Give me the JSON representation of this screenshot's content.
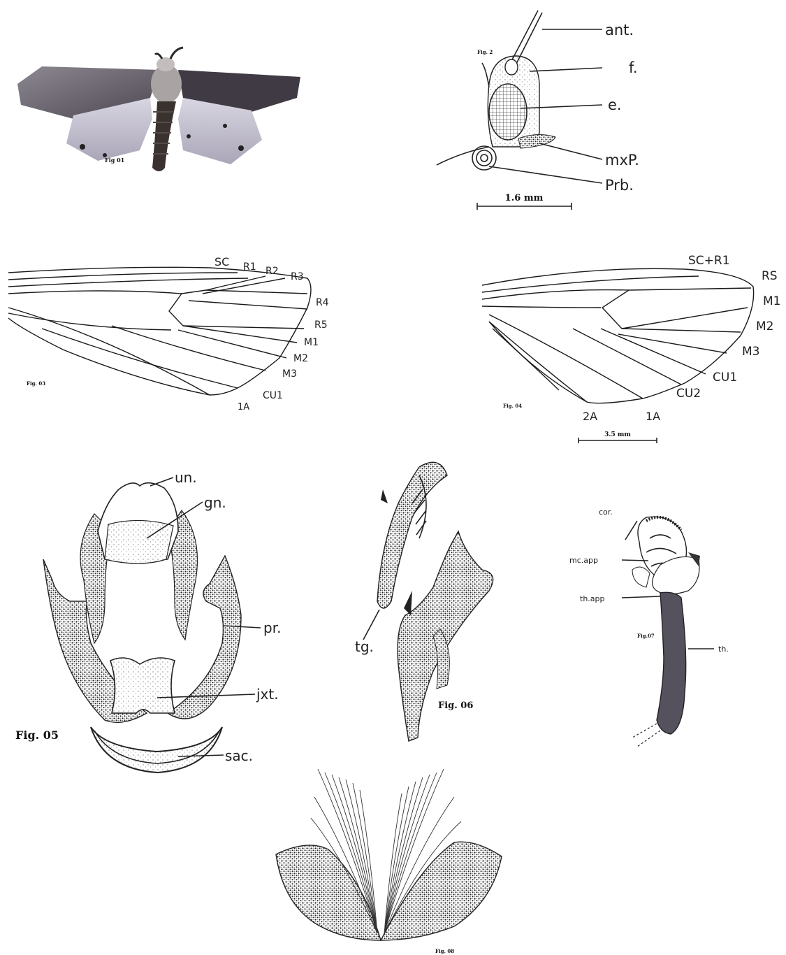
{
  "figures": {
    "fig01": {
      "caption": "Fig 01"
    },
    "fig02": {
      "caption": "Fig. 2",
      "labels": [
        "ant.",
        "f.",
        "e.",
        "mxP.",
        "Prb."
      ],
      "scale": "1.6 mm"
    },
    "fig03": {
      "caption": "Fig. 03",
      "labels": [
        "SC",
        "R1",
        "R2",
        "R3",
        "R4",
        "R5",
        "M1",
        "M2",
        "M3",
        "CU1",
        "1A"
      ]
    },
    "fig04": {
      "caption": "Fig. 04",
      "labels": [
        "SC+R1",
        "RS",
        "M1",
        "M2",
        "M3",
        "CU1",
        "CU2",
        "1A",
        "2A"
      ],
      "scale": "3.5 mm"
    },
    "fig05": {
      "caption": "Fig. 05",
      "labels": [
        "un.",
        "gn.",
        "pr.",
        "jxt.",
        "sac."
      ]
    },
    "fig06": {
      "caption": "Fig. 06",
      "labels": [
        "tg."
      ]
    },
    "fig07": {
      "caption": "Fig.07",
      "labels": [
        "cor.",
        "mc.app",
        "th.app",
        "th."
      ]
    },
    "fig08": {
      "caption": "Fig. 08"
    }
  },
  "colors": {
    "ink": "#1e1e1e",
    "wing_dark": "#5a5560",
    "wing_light": "#c9c4cf",
    "body": "#3a322f"
  }
}
